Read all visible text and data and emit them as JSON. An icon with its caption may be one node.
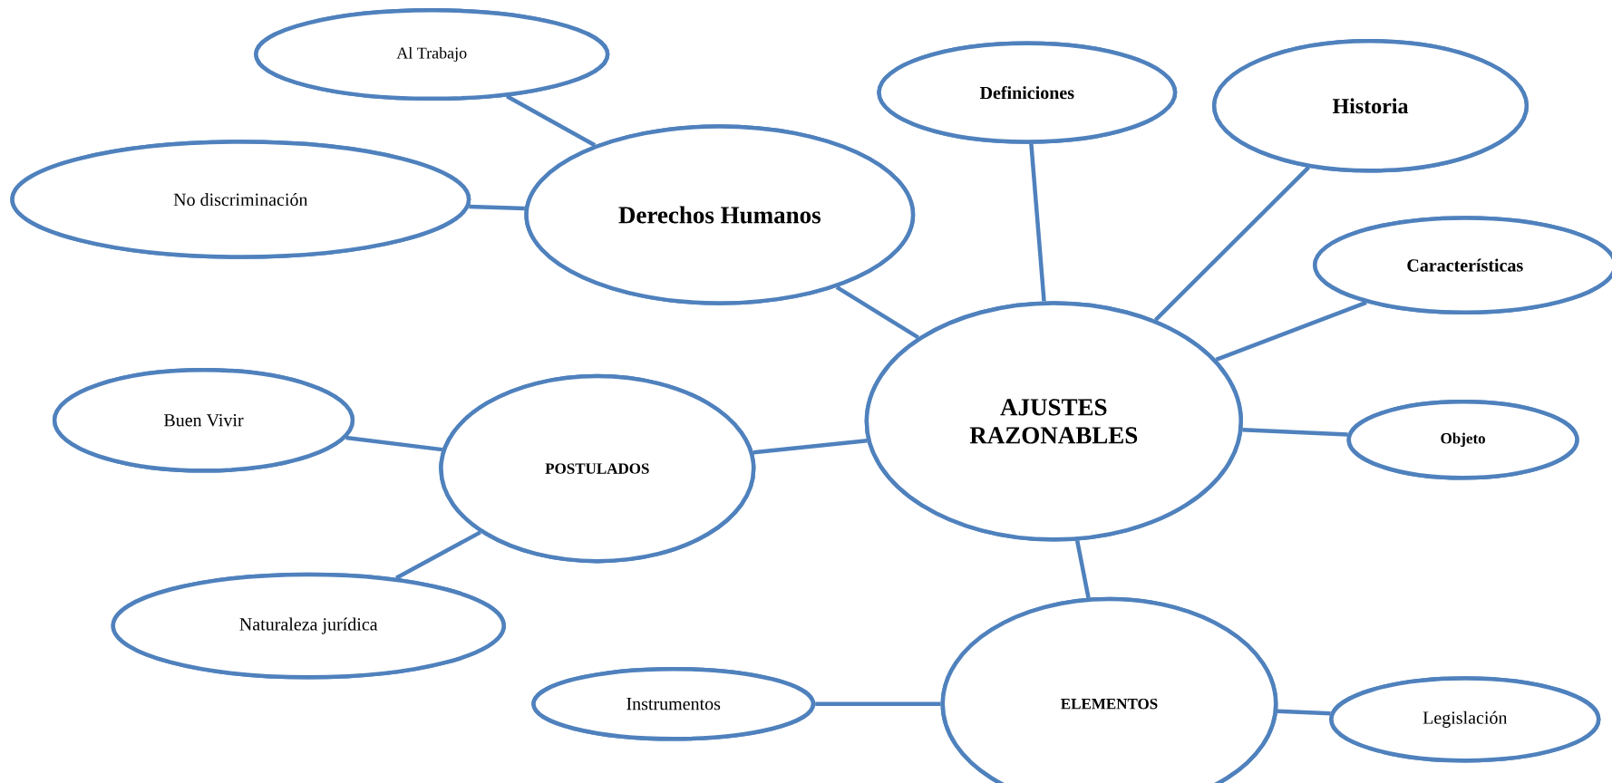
{
  "diagram": {
    "nodes": [
      {
        "text": [
          "AJUSTES RAZONABLES"
        ]
      },
      {
        "text": [
          "Derechos Humanos"
        ]
      },
      {
        "text": [
          "Al Trabajo"
        ]
      },
      {
        "text": [
          "No discriminación"
        ]
      },
      {
        "text": [
          "Definiciones"
        ]
      },
      {
        "text": [
          "Historia"
        ]
      },
      {
        "text": [
          "Características"
        ]
      },
      {
        "text": [
          "Objeto"
        ]
      },
      {
        "text": [
          "POSTULADOS"
        ]
      },
      {
        "text": [
          "Buen Vivir"
        ]
      },
      {
        "text": [
          "Naturaleza jurídica"
        ]
      },
      {
        "text": [
          "ELEMENTOS"
        ]
      },
      {
        "text": [
          "Instrumentos"
        ]
      },
      {
        "text": [
          "Legislación"
        ]
      }
    ],
    "edges": [
      {
        "from": 1,
        "to": 2,
        "arrow": "none"
      },
      {
        "from": 1,
        "to": 3,
        "arrow": "none"
      },
      {
        "from": 0,
        "to": 1,
        "arrow": "none"
      },
      {
        "from": 0,
        "to": 4,
        "arrow": "none"
      },
      {
        "from": 0,
        "to": 5,
        "arrow": "none"
      },
      {
        "from": 0,
        "to": 6,
        "arrow": "none"
      },
      {
        "from": 0,
        "to": 7,
        "arrow": "none"
      },
      {
        "from": 0,
        "to": 8,
        "arrow": "none"
      },
      {
        "from": 8,
        "to": 9,
        "arrow": "none"
      },
      {
        "from": 8,
        "to": 10,
        "arrow": "none"
      },
      {
        "from": 0,
        "to": 11,
        "arrow": "none"
      },
      {
        "from": 11,
        "to": 12,
        "arrow": "none"
      },
      {
        "from": 11,
        "to": 13,
        "arrow": "none"
      }
    ]
  }
}
